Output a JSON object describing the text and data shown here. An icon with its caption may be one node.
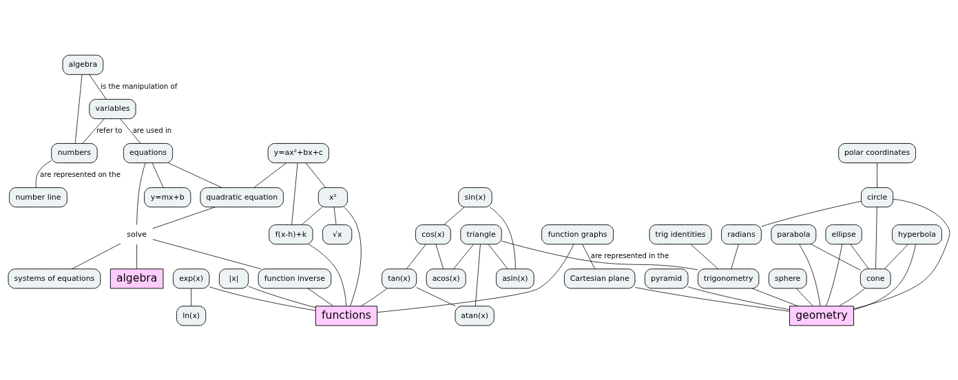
{
  "diagram": {
    "nodes": [
      {
        "text": [
          "algebra"
        ]
      },
      {
        "text": [
          "numbers"
        ]
      },
      {
        "text": [
          "number line"
        ]
      },
      {
        "text": [
          "variables"
        ]
      },
      {
        "text": [
          "y=mx+b"
        ]
      },
      {
        "text": [
          "equations"
        ]
      },
      {
        "text": [
          "quadratic equation"
        ]
      },
      {
        "text": [
          "solve"
        ]
      },
      {
        "text": [
          "systems of equations"
        ]
      },
      {
        "text": [
          "function inverse"
        ]
      },
      {
        "text": [
          "algebra"
        ]
      },
      {
        "text": [
          "y=ax²+bx+c"
        ]
      },
      {
        "text": [
          "x²"
        ]
      },
      {
        "text": [
          "√x"
        ]
      },
      {
        "text": [
          "f(x-h)+k"
        ]
      },
      {
        "text": [
          "exp(x)"
        ]
      },
      {
        "text": [
          "ln(x)"
        ]
      },
      {
        "text": [
          "|x|"
        ]
      },
      {
        "text": [
          "sin(x)"
        ]
      },
      {
        "text": [
          "asin(x)"
        ]
      },
      {
        "text": [
          "cos(x)"
        ]
      },
      {
        "text": [
          "acos(x)"
        ]
      },
      {
        "text": [
          "tan(x)"
        ]
      },
      {
        "text": [
          "atan(x)"
        ]
      },
      {
        "text": [
          "function graphs"
        ]
      },
      {
        "text": [
          "Cartesian plane"
        ]
      },
      {
        "text": [
          "functions"
        ]
      },
      {
        "text": [
          "triangle"
        ]
      },
      {
        "text": [
          "trig identities"
        ]
      },
      {
        "text": [
          "polar coordinates"
        ]
      },
      {
        "text": [
          "circle"
        ]
      },
      {
        "text": [
          "radians"
        ]
      },
      {
        "text": [
          "trigonometry"
        ]
      },
      {
        "text": [
          "ellipse"
        ]
      },
      {
        "text": [
          "cone"
        ]
      },
      {
        "text": [
          "parabola"
        ]
      },
      {
        "text": [
          "pyramid"
        ]
      },
      {
        "text": [
          "hyperbola"
        ]
      },
      {
        "text": [
          "sphere"
        ]
      },
      {
        "text": [
          "geometry"
        ]
      }
    ],
    "edges": [
      {
        "from": 0,
        "to": 1,
        "arrow": "none"
      },
      {
        "from": 1,
        "to": 2,
        "arrow": "none",
        "label": "are represented on the"
      },
      {
        "from": 0,
        "to": 3,
        "arrow": "none",
        "label": "is the manipulation of"
      },
      {
        "from": 3,
        "to": 1,
        "arrow": "none",
        "label": "refer to"
      },
      {
        "from": 3,
        "to": 5,
        "arrow": "none",
        "label": "are used in"
      },
      {
        "from": 5,
        "to": 4,
        "arrow": "none"
      },
      {
        "from": 5,
        "to": 6,
        "arrow": "none"
      },
      {
        "from": 5,
        "to": 7,
        "arrow": "none"
      },
      {
        "from": 6,
        "to": 7,
        "arrow": "none"
      },
      {
        "from": 7,
        "to": 8,
        "arrow": "none"
      },
      {
        "from": 7,
        "to": 9,
        "arrow": "none"
      },
      {
        "from": 7,
        "to": 10,
        "arrow": "none"
      },
      {
        "from": 11,
        "to": 6,
        "arrow": "none"
      },
      {
        "from": 11,
        "to": 12,
        "arrow": "none"
      },
      {
        "from": 12,
        "to": 13,
        "arrow": "none"
      },
      {
        "from": 11,
        "to": 14,
        "arrow": "none"
      },
      {
        "from": 12,
        "to": 14,
        "arrow": "none"
      },
      {
        "from": 15,
        "to": 16,
        "arrow": "none"
      },
      {
        "from": 18,
        "to": 19,
        "arrow": "none"
      },
      {
        "from": 18,
        "to": 20,
        "arrow": "none"
      },
      {
        "from": 20,
        "to": 21,
        "arrow": "none"
      },
      {
        "from": 20,
        "to": 22,
        "arrow": "none"
      },
      {
        "from": 22,
        "to": 23,
        "arrow": "none"
      },
      {
        "from": 9,
        "to": 26,
        "arrow": "none"
      },
      {
        "from": 14,
        "to": 26,
        "arrow": "none"
      },
      {
        "from": 12,
        "to": 26,
        "arrow": "none"
      },
      {
        "from": 17,
        "to": 26,
        "arrow": "none"
      },
      {
        "from": 15,
        "to": 26,
        "arrow": "none"
      },
      {
        "from": 22,
        "to": 26,
        "arrow": "none"
      },
      {
        "from": 24,
        "to": 26,
        "arrow": "none"
      },
      {
        "from": 24,
        "to": 25,
        "arrow": "none",
        "label": "are represented in the"
      },
      {
        "from": 27,
        "to": 19,
        "arrow": "none"
      },
      {
        "from": 27,
        "to": 21,
        "arrow": "none"
      },
      {
        "from": 27,
        "to": 23,
        "arrow": "none"
      },
      {
        "from": 27,
        "to": 32,
        "arrow": "none"
      },
      {
        "from": 28,
        "to": 32,
        "arrow": "none"
      },
      {
        "from": 29,
        "to": 30,
        "arrow": "none"
      },
      {
        "from": 30,
        "to": 31,
        "arrow": "none"
      },
      {
        "from": 31,
        "to": 32,
        "arrow": "none"
      },
      {
        "from": 30,
        "to": 34,
        "arrow": "none"
      },
      {
        "from": 33,
        "to": 34,
        "arrow": "none"
      },
      {
        "from": 35,
        "to": 34,
        "arrow": "none"
      },
      {
        "from": 37,
        "to": 34,
        "arrow": "none"
      },
      {
        "from": 30,
        "to": 39,
        "arrow": "none"
      },
      {
        "from": 33,
        "to": 39,
        "arrow": "none"
      },
      {
        "from": 35,
        "to": 39,
        "arrow": "none"
      },
      {
        "from": 37,
        "to": 39,
        "arrow": "none"
      },
      {
        "from": 34,
        "to": 39,
        "arrow": "none"
      },
      {
        "from": 32,
        "to": 39,
        "arrow": "none"
      },
      {
        "from": 36,
        "to": 39,
        "arrow": "none"
      },
      {
        "from": 38,
        "to": 39,
        "arrow": "none"
      },
      {
        "from": 25,
        "to": 39,
        "arrow": "none"
      }
    ]
  }
}
